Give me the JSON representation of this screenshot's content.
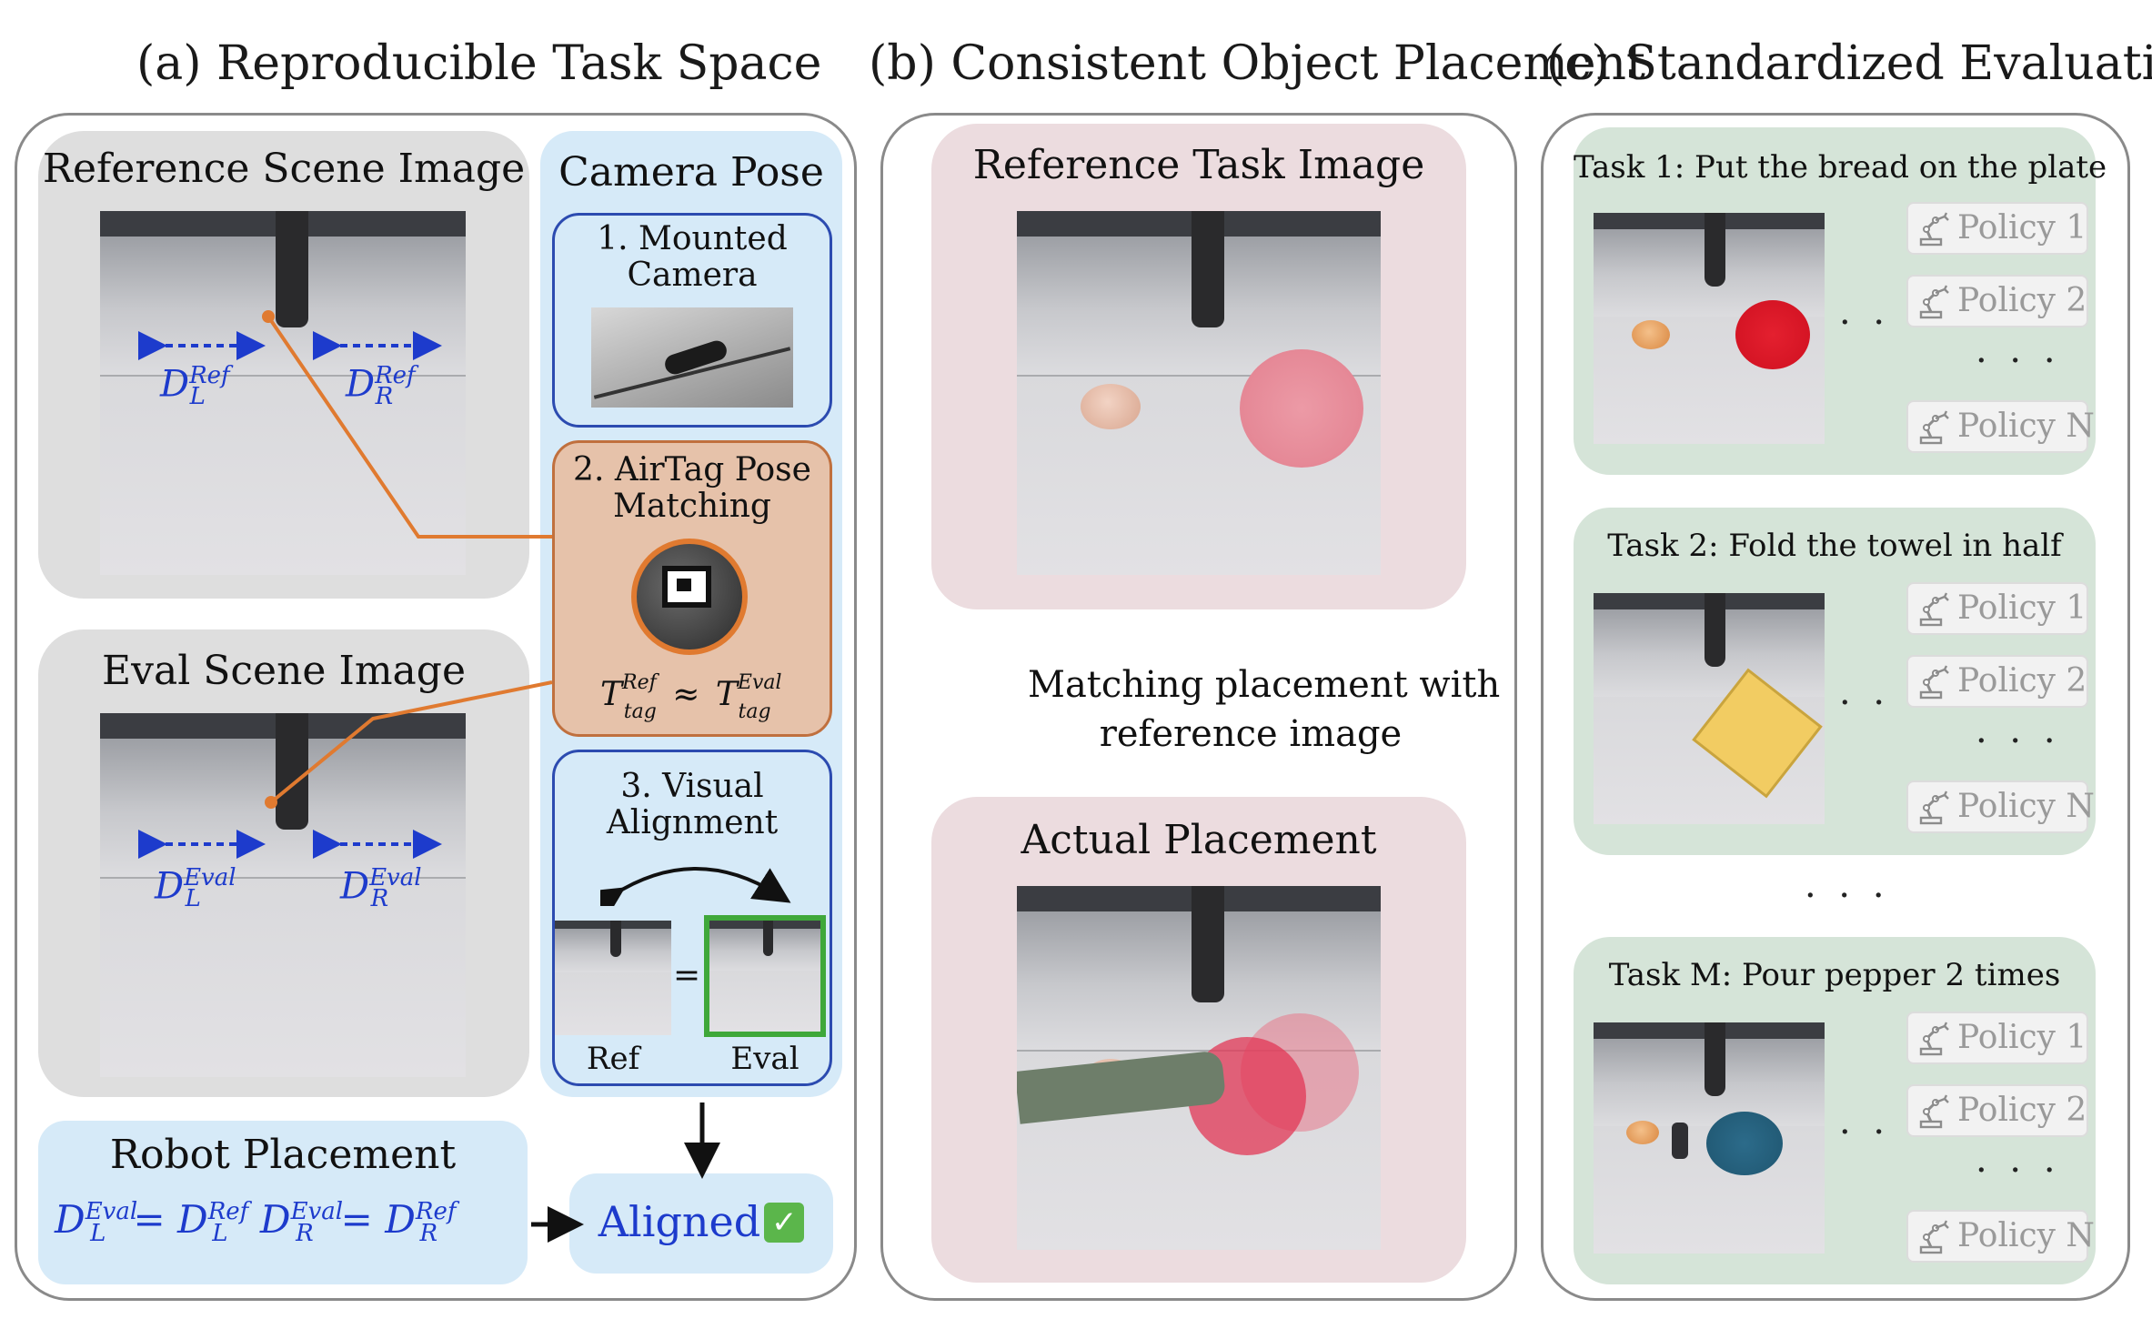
{
  "titles": {
    "a": "(a) Reproducible Task Space",
    "b": "(b) Consistent Object Placement",
    "c": "(c) Standardized Evaluation"
  },
  "panel_a": {
    "ref_scene_label": "Reference Scene Image",
    "eval_scene_label": "Eval Scene Image",
    "camera_pose_label": "Camera Pose",
    "step1": "1. Mounted Camera",
    "step1_l1": "1. Mounted",
    "step1_l2": "Camera",
    "step2_l1": "2. AirTag Pose",
    "step2_l2": "Matching",
    "step3_l1": "3. Visual",
    "step3_l2": "Alignment",
    "ref_caption": "Ref",
    "eval_caption": "Eval",
    "equals": "=",
    "robot_placement_label": "Robot Placement",
    "aligned_label": "Aligned",
    "aligned_mark": "✓",
    "math": {
      "D": "D",
      "L": "L",
      "R": "R",
      "Ref": "Ref",
      "Eval": "Eval",
      "T": "T",
      "tag": "tag",
      "approx": "≈",
      "eq": "="
    }
  },
  "panel_b": {
    "reference_label": "Reference Task Image",
    "matching_l1": "Matching placement with",
    "matching_l2": "reference image",
    "actual_label": "Actual Placement"
  },
  "panel_c": {
    "tasks": [
      {
        "title": "Task 1: Put the bread on the plate"
      },
      {
        "title": "Task 2: Fold the towel in half"
      },
      {
        "title": "Task M: Pour pepper 2 times"
      }
    ],
    "policies": [
      "Policy 1",
      "Policy 2",
      "Policy N"
    ],
    "ellipsis": "· · ·"
  },
  "colors": {
    "math_blue": "#1d3bcc",
    "orange_line": "#e07a30",
    "eval_border": "#3fa83a",
    "check_green": "#5bb64b"
  }
}
